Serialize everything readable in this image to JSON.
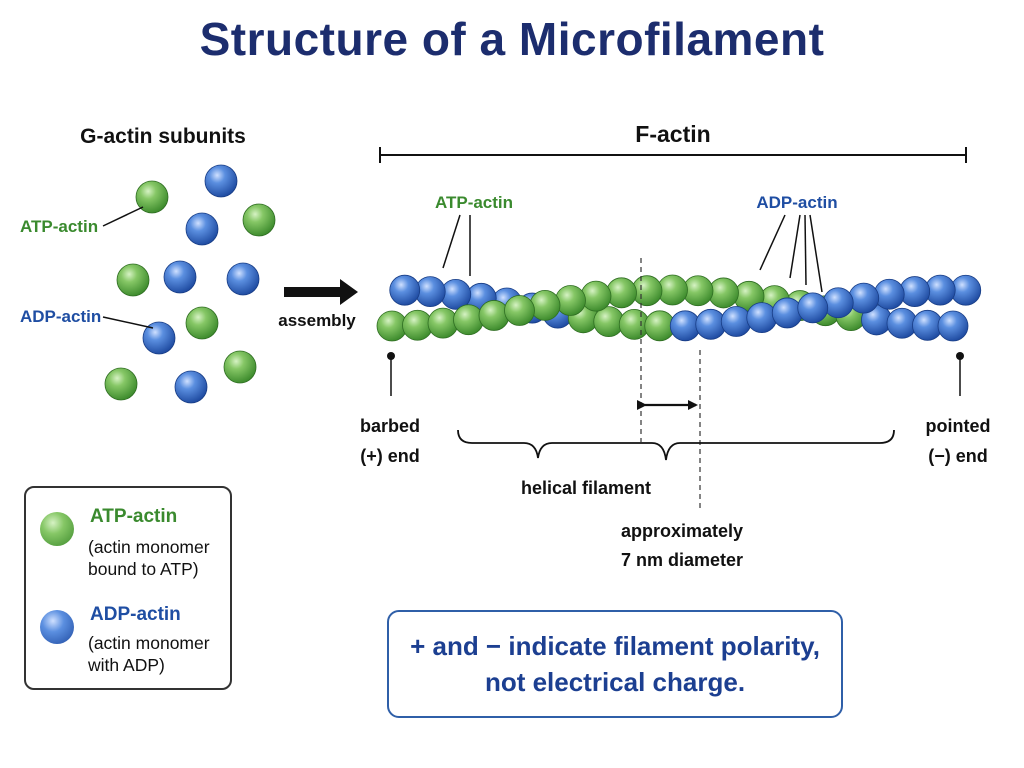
{
  "title": "Structure of a Microfilament",
  "colors": {
    "atp_green": "#6fb552",
    "adp_blue": "#3f72cc",
    "atp_label": "#3a8a2e",
    "adp_label": "#1f4ea3",
    "title": "#1c2d6e"
  },
  "g_actin": {
    "heading": "G-actin subunits",
    "atp_label": "ATP-actin",
    "adp_label": "ADP-actin"
  },
  "assembly_label": "assembly",
  "f_actin": {
    "heading": "F-actin",
    "atp_label": "ATP-actin",
    "adp_label": "ADP-actin",
    "barbed_line1": "barbed",
    "barbed_line2": "(+) end",
    "pointed_line1": "pointed",
    "pointed_line2": "(−) end",
    "helical_label": "helical filament",
    "diameter_line1": "approximately",
    "diameter_line2": "7 nm diameter"
  },
  "legend": {
    "atp_name": "ATP-actin",
    "atp_desc": "(actin monomer bound to ATP)",
    "adp_name": "ADP-actin",
    "adp_desc": "(actin monomer with ADP)"
  },
  "note": {
    "line1": "+ and − indicate filament polarity,",
    "line2": "not electrical charge."
  }
}
